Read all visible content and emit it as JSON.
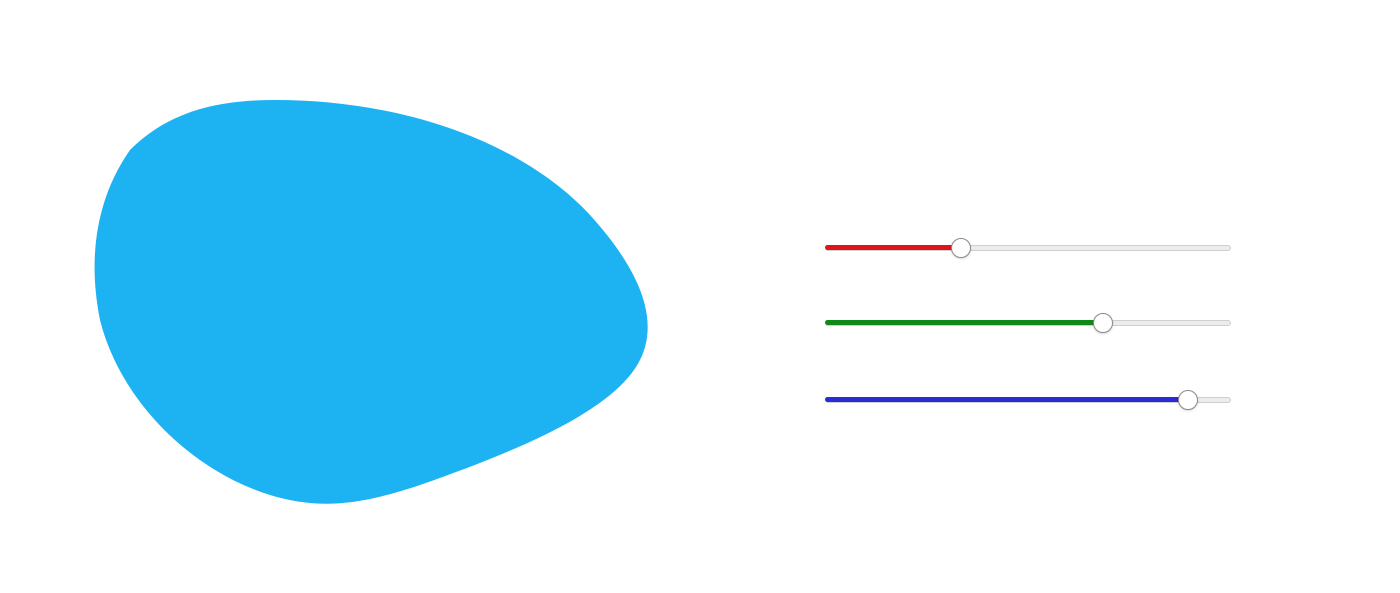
{
  "blob": {
    "icon": "color-blob",
    "color": "#1db3f2"
  },
  "sliders": [
    {
      "name": "red",
      "color": "#e0141b",
      "value": 0.335
    },
    {
      "name": "green",
      "color": "#0f8a1a",
      "value": 0.685
    },
    {
      "name": "blue",
      "color": "#2a2ad8",
      "value": 0.895
    }
  ]
}
